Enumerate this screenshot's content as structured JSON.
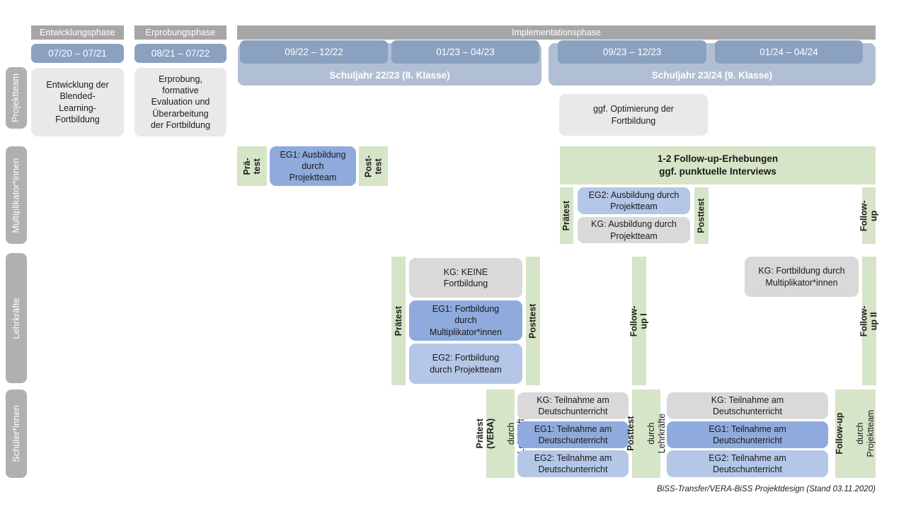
{
  "palette": {
    "header_gray": "#a6a6a6",
    "label_gray": "#b0b0b0",
    "date_blue": "#8ba1c0",
    "sy_blue": "#b1bfd4",
    "light_gray": "#e9e9e9",
    "kg_gray": "#d9d9d9",
    "eg1_blue": "#8faadc",
    "eg2_blue": "#b4c7e7",
    "green": "#d6e4c7"
  },
  "header": {
    "phase1": "Entwicklungsphase",
    "phase2": "Erprobungsphase",
    "phase3": "Implementationsphase",
    "date1": "07/20 – 07/21",
    "date2": "08/21 – 07/22",
    "date3": "09/22 – 12/22",
    "date4": "01/23 – 04/23",
    "date5": "09/23 – 12/23",
    "date6": "01/24 – 04/24",
    "schoolyear1": "Schuljahr 22/23 (8. Klasse)",
    "schoolyear2": "Schuljahr 23/24 (9. Klasse)"
  },
  "row_labels": {
    "r1": "Projektteam",
    "r2": "Multiplikator*innen",
    "r3": "Lehrkräfte",
    "r4": "Schüler*innen"
  },
  "projektteam": {
    "entwicklung": "Entwicklung der\nBlended-\nLearning-\nFortbildung",
    "erprobung": "Erprobung,\nformative\nEvaluation und\nÜberarbeitung\nder Fortbildung",
    "optimierung": "ggf. Optimierung der\nFortbildung"
  },
  "multiplikatoren": {
    "praetest_a": "Prä-\ntest",
    "eg1": "EG1: Ausbildung\ndurch\nProjektteam",
    "posttest_a": "Post-\ntest",
    "followup_erhebungen": "1-2 Follow-up-Erhebungen\nggf. punktuelle Interviews",
    "praetest_b": "Prätest",
    "eg2": "EG2: Ausbildung durch\nProjektteam",
    "kg": "KG: Ausbildung durch\nProjektteam",
    "posttest_b": "Posttest",
    "followup": "Follow-up"
  },
  "lehrkraefte": {
    "praetest": "Prätest",
    "kg": "KG: KEINE\nFortbildung",
    "eg1": "EG1: Fortbildung\ndurch\nMultiplikator*innen",
    "eg2": "EG2: Fortbildung\ndurch Projektteam",
    "posttest": "Posttest",
    "followup1": "Follow-up I",
    "kg2": "KG: Fortbildung durch\nMultiplikator*innen",
    "followup2": "Follow-up II"
  },
  "schueler": {
    "praetest_label": "Prätest (VERA)",
    "praetest_sub": "durch Lehrkräfte",
    "kg1": "KG: Teilnahme am\nDeutschunterricht",
    "eg1a": "EG1: Teilnahme am\nDeutschunterricht",
    "eg2a": "EG2: Teilnahme am\nDeutschunterricht",
    "posttest_label": "Posttest",
    "posttest_sub": "durch Lehrkräfte",
    "kg2": "KG: Teilnahme am\nDeutschunterricht",
    "eg1b": "EG1: Teilnahme am\nDeutschunterricht",
    "eg2b": "EG2: Teilnahme am\nDeutschunterricht",
    "followup_label": "Follow-up",
    "followup_sub": "durch\nProjektteam"
  },
  "caption": "BiSS-Transfer/VERA-BiSS Projektdesign (Stand 03.11.2020)"
}
